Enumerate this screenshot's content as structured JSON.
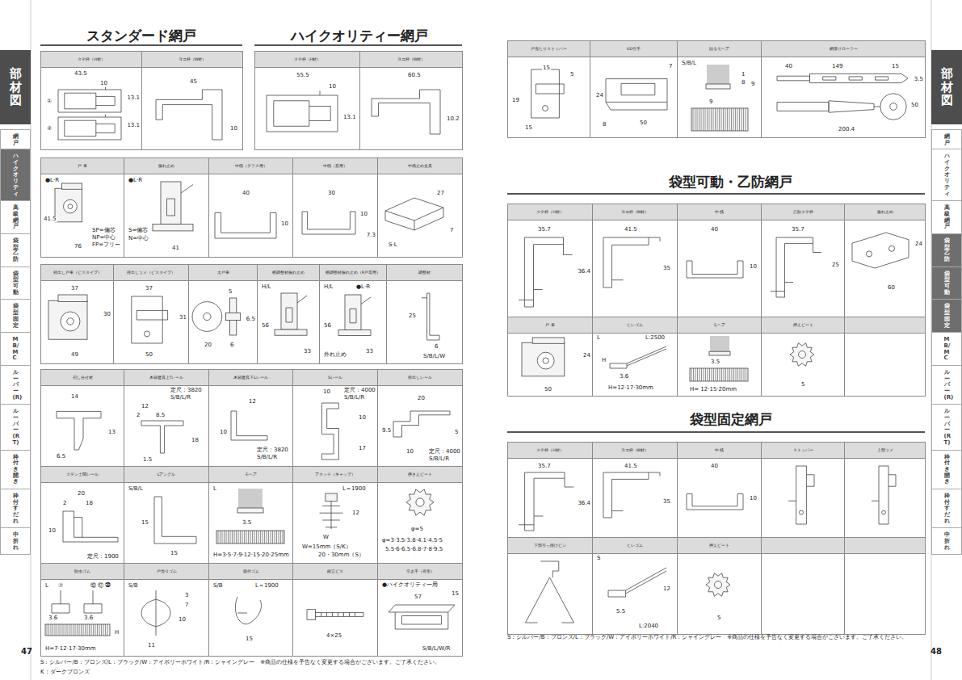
{
  "diagram": {
    "nodes": [
      {
        "text": [
          "部材図"
        ]
      },
      {
        "text": [
          "網戸"
        ]
      },
      {
        "text": [
          "ハイクオリティ"
        ]
      },
      {
        "text": [
          "高級網戸"
        ]
      },
      {
        "text": [
          "袋型乙防"
        ]
      },
      {
        "text": [
          "袋型可動"
        ]
      },
      {
        "text": [
          "袋型固定"
        ]
      },
      {
        "text": [
          "MB/MC"
        ]
      },
      {
        "text": [
          "ルーバー(R)"
        ]
      },
      {
        "text": [
          "ルーバー(RT)"
        ]
      },
      {
        "text": [
          "枠付き開き"
        ]
      },
      {
        "text": [
          "枠付すだれ"
        ]
      },
      {
        "text": [
          "中折れ"
        ]
      },
      {
        "text": [
          "タテ枠（H材）",
          "43.5",
          "10",
          "①",
          "②",
          "13.1",
          "13.1"
        ]
      },
      {
        "text": [
          "ヨコ枠（W材）",
          "45",
          "10"
        ]
      },
      {
        "text": [
          "タテ枠（H材）",
          "55.5",
          "10",
          "13.1"
        ]
      },
      {
        "text": [
          "ヨコ枠（W材）",
          "60.5",
          "10.2"
        ]
      },
      {
        "text": [
          "戸 車",
          "●L·R",
          "41.5",
          "76",
          "SP=偏芯",
          "NP=中心",
          "FP=フリー"
        ]
      },
      {
        "text": [
          "振れ止め",
          "●L·R",
          "S=偏芯",
          "N=中心",
          "41"
        ]
      },
      {
        "text": [
          "中桟（テラス用）",
          "40",
          "10"
        ]
      },
      {
        "text": [
          "中桟（窓用）",
          "30",
          "10",
          "7.3"
        ]
      },
      {
        "text": [
          "中桟止め金具",
          "27",
          "7",
          "S·L"
        ]
      },
      {
        "text": [
          "持出し戸車（ビスタイプ）",
          "37",
          "30",
          "49"
        ]
      },
      {
        "text": [
          "持出しツメ（ビスタイプ）",
          "37",
          "31",
          "50"
        ]
      },
      {
        "text": [
          "太戸車",
          "5",
          "6.5",
          "20",
          "6"
        ]
      },
      {
        "text": [
          "横調整材振れ止め",
          "H/L",
          "56",
          "33"
        ]
      },
      {
        "text": [
          "横調整材振れ止め（R戸専用）",
          "H/L",
          "●L·R",
          "56",
          "外れ止め",
          "33"
        ]
      },
      {
        "text": [
          "調整材",
          "25",
          "6",
          "S/B/L/W"
        ]
      },
      {
        "text": [
          "召し合せ材",
          "14",
          "13",
          "6.5"
        ]
      },
      {
        "text": [
          "木製建具上Tレール",
          "定尺：3820",
          "S/B/L/R",
          "12",
          "2",
          "8.5",
          "18",
          "1.5"
        ]
      },
      {
        "text": [
          "木製建具下Lレール",
          "12",
          "10",
          "定尺：3820",
          "S/B/L/R"
        ]
      },
      {
        "text": [
          "Sレール",
          "10",
          "定尺：4000",
          "S/B/L/R",
          "10",
          "17"
        ]
      },
      {
        "text": [
          "持出しレール",
          "20",
          "9.5",
          "5",
          "10",
          "定尺：4000",
          "S/B/L/R"
        ]
      },
      {
        "text": [
          "ステン土間レール",
          "20",
          "2",
          "18",
          "10",
          "定尺：1900"
        ]
      },
      {
        "text": [
          "Lアングル",
          "S/B/L",
          "15",
          "15"
        ]
      },
      {
        "text": [
          "モヘア",
          "L",
          "3.5",
          "H=3·5·7·9·12·15·20·25mm"
        ]
      },
      {
        "text": [
          "アタッチ（キャップ）",
          "L＝1900",
          "12",
          "W",
          "W=15mm（S/K）",
          "20・30mm（S）"
        ]
      },
      {
        "text": [
          "押さえビート",
          "φ=5",
          "φ=3·3.5·3.8·4.1·4.5·5",
          "5.5·6·6.5·6.8·7·8·9.5"
        ]
      },
      {
        "text": [
          "防虫ゴム",
          "L",
          "⑦",
          "⑫ ⑰ ㉚",
          "3.6",
          "3.6",
          "H",
          "H=7·12·17·30mm"
        ]
      },
      {
        "text": [
          "戸当りゴム",
          "S/B",
          "3",
          "7",
          "10",
          "11"
        ]
      },
      {
        "text": [
          "面付ゴム",
          "S/B",
          "L＝1900",
          "15"
        ]
      },
      {
        "text": [
          "組立ビス",
          "4×25"
        ]
      },
      {
        "text": [
          "引き手（舟形）",
          "●ハイクオリティー用",
          "57",
          "15",
          "S/B/L/W/R"
        ]
      },
      {
        "text": [
          "戸当たりストッパー",
          "15",
          "5",
          "19",
          "15"
        ]
      },
      {
        "text": [
          "UD引手",
          "7",
          "24",
          "8",
          "50"
        ]
      },
      {
        "text": [
          "貼るモヘア",
          "S/B/L",
          "9",
          "1",
          "8",
          "9"
        ]
      },
      {
        "text": [
          "網張りローラー",
          "40",
          "149",
          "15",
          "3.5",
          "50",
          "200.4"
        ]
      },
      {
        "text": [
          "タテ枠（H材）",
          "35.7",
          "36.4"
        ]
      },
      {
        "text": [
          "ヨコ枠（W材）",
          "41.5",
          "35"
        ]
      },
      {
        "text": [
          "中 桟",
          "40",
          "10"
        ]
      },
      {
        "text": [
          "乙防タテ枠",
          "35.7",
          "25"
        ]
      },
      {
        "text": [
          "振れ止め",
          "24",
          "60"
        ]
      },
      {
        "text": [
          "戸 車",
          "24",
          "50"
        ]
      },
      {
        "text": [
          "ヒレゴム",
          "L",
          "L:2500",
          "H",
          "3.6",
          "H=12·17·30mm"
        ]
      },
      {
        "text": [
          "モヘア",
          "3.5",
          "H= 12·15·20mm"
        ]
      },
      {
        "text": [
          "押えビート",
          "5"
        ]
      },
      {
        "text": [
          "タテ枠（H材）",
          "35.7",
          "36.4"
        ]
      },
      {
        "text": [
          "ヨコ枠（W材）",
          "41.5",
          "35"
        ]
      },
      {
        "text": [
          "中 桟",
          "40",
          "10"
        ]
      },
      {
        "text": [
          "ストッパー"
        ]
      },
      {
        "text": [
          "上部ツメ"
        ]
      },
      {
        "text": [
          "下部引っ掛けピン"
        ]
      },
      {
        "text": [
          "ヒレゴム",
          "S",
          "12",
          "5.5",
          "L:2040"
        ]
      },
      {
        "text": [
          "押えビート",
          "5"
        ]
      },
      {
        "text": [
          "部材図"
        ]
      },
      {
        "text": [
          "網戸"
        ]
      },
      {
        "text": [
          "ハイクオリティ"
        ]
      },
      {
        "text": [
          "高級網戸"
        ]
      },
      {
        "text": [
          "袋型乙防"
        ]
      },
      {
        "text": [
          "袋型可動"
        ]
      },
      {
        "text": [
          "袋型固定"
        ]
      },
      {
        "text": [
          "MB/MC"
        ]
      },
      {
        "text": [
          "ルーバー(R)"
        ]
      },
      {
        "text": [
          "ルーバー(RT)"
        ]
      },
      {
        "text": [
          "枠付き開き"
        ]
      },
      {
        "text": [
          "枠付すだれ"
        ]
      },
      {
        "text": [
          "中折れ"
        ]
      }
    ],
    "labels": [
      "スタンダード網戸",
      "ハイクオリティー網戸",
      "S：シルバー/B：ブロンズ/L：ブラック/W：アイボリーホワイト/R：シャイングレー　※商品の仕様を予告なく変更する場合がございます。ご了承ください。",
      "K：ダークブロンズ",
      "47",
      "袋型可動・乙防網戸",
      "袋型固定網戸",
      "S：シルバー/B：ブロンズ/L：ブラック/W：アイボリーホワイト/R：シャイングレー　※商品の仕様を予告なく変更する場合がございます。ご了承ください。",
      "48"
    ]
  }
}
